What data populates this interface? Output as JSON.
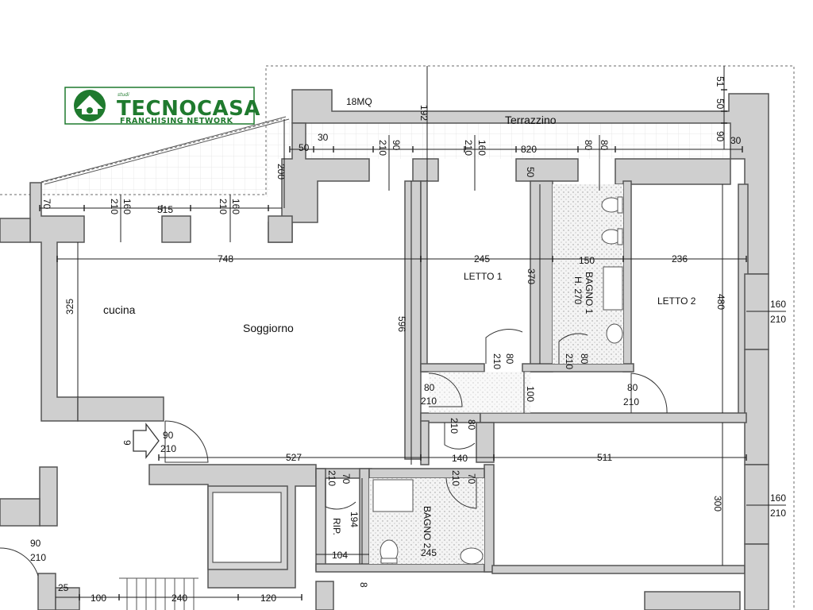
{
  "logo": {
    "brand": "TECNOCASA",
    "tagline": "FRANCHISING NETWORK",
    "small": "studi"
  },
  "rooms": {
    "terrace": "Terrazzino",
    "terrace_area": "18MQ",
    "kitchen": "cucina",
    "living": "Soggiorno",
    "bed1": "LETTO 1",
    "bath1": "BAGNO 1",
    "bath1_height": "H. 270",
    "bed2": "LETTO 2",
    "closet": "RIP.",
    "bath2": "BAGNO 2"
  },
  "dims": {
    "d_51": "51",
    "d_50a": "50",
    "d_90a": "90",
    "d_30a": "30",
    "d_192": "192",
    "d_50b": "50",
    "d_30b": "30",
    "d_210a": "210",
    "d_90b": "90",
    "d_210b": "210",
    "d_160a": "160",
    "d_820": "820",
    "d_80a": "80",
    "d_80b": "80",
    "d_200": "200",
    "d_50c": "50",
    "d_70a": "70",
    "d_210c": "210",
    "d_160b": "160",
    "d_515": "515",
    "d_210d": "210",
    "d_160c": "160",
    "d_748": "748",
    "d_245": "245",
    "d_150": "150",
    "d_236": "236",
    "d_370": "370",
    "d_480": "480",
    "d_160w1": "160",
    "d_210w1": "210",
    "d_325": "325",
    "d_596": "596",
    "d_80door1": "80",
    "d_210door1": "210",
    "d_80door2": "80",
    "d_210door2": "210",
    "d_100": "100",
    "d_80door3": "80",
    "d_210door3": "210",
    "d_80door4": "80",
    "d_210door4": "210",
    "d_80door5": "80",
    "d_210door5": "210",
    "d_90entry": "90",
    "d_210entry": "210",
    "d_9": "9",
    "d_527": "527",
    "d_140": "140",
    "d_511": "511",
    "d_210e": "210",
    "d_70b": "70",
    "d_210f": "210",
    "d_70c": "70",
    "d_194": "194",
    "d_245b": "245",
    "d_104": "104",
    "d_300": "300",
    "d_160w2": "160",
    "d_210w2": "210",
    "d_90left": "90",
    "d_210left": "210",
    "d_25": "25",
    "d_100b": "100",
    "d_240": "240",
    "d_120": "120",
    "d_8": "8"
  }
}
